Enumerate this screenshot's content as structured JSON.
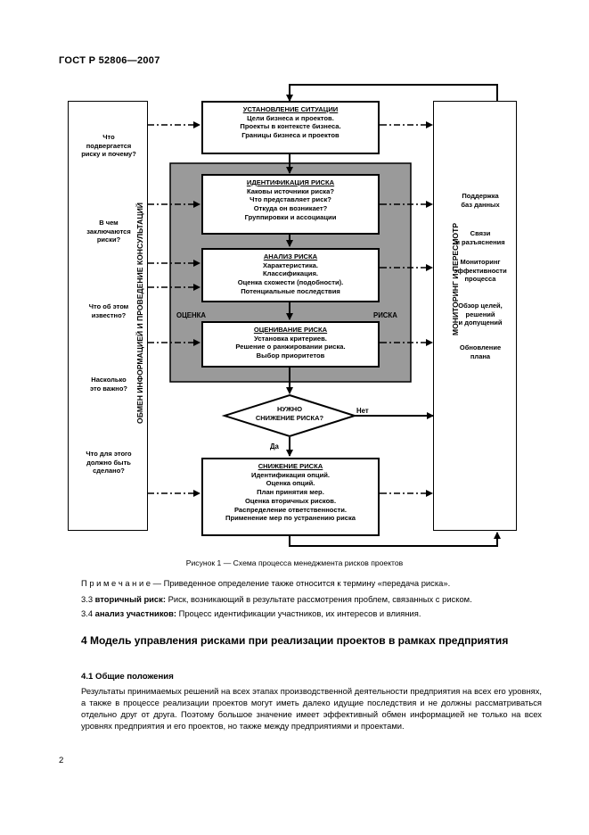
{
  "header": {
    "code": "ГОСТ Р 52806—2007"
  },
  "diagram": {
    "situation": {
      "title": "УСТАНОВЛЕНИЕ СИТУАЦИИ",
      "lines": [
        "Цели бизнеса и проектов.",
        "Проекты в контексте бизнеса.",
        "Границы бизнеса и проектов"
      ]
    },
    "identification": {
      "title": "ИДЕНТИФИКАЦИЯ РИСКА",
      "lines": [
        "Каковы источники риска?",
        "Что представляет риск?",
        "Откуда он возникает?",
        "Группировки и ассоциации"
      ]
    },
    "analysis": {
      "title": "АНАЛИЗ РИСКА",
      "lines": [
        "Характеристика.",
        "Классификация.",
        "Оценка схожести (подобности).",
        "Потенциальные последствия"
      ]
    },
    "evaluation": {
      "title": "ОЦЕНИВАНИЕ РИСКА",
      "lines": [
        "Установка критериев.",
        "Решение о ранжировании риска.",
        "Выбор приоритетов"
      ]
    },
    "assessment_left": "ОЦЕНКА",
    "assessment_right": "РИСКА",
    "decision": {
      "line1": "НУЖНО",
      "line2": "СНИЖЕНИЕ РИСКА?",
      "no": "Нет",
      "yes": "Да"
    },
    "reduction": {
      "title": "СНИЖЕНИЕ РИСКА",
      "lines": [
        "Идентификация опций.",
        "Оценка опций.",
        "План принятия мер.",
        "Оценка вторичных рисков.",
        "Распределение ответственности.",
        "Применение мер по устранению риска"
      ]
    },
    "left_label": "ОБМЕН ИНФОРМАЦИЕЙ И ПРОВЕДЕНИЕ КОНСУЛЬТАЦИЙ",
    "left_questions": [
      [
        "Что",
        "подвергается",
        "риску и почему?"
      ],
      [
        "В чем",
        "заключаются",
        "риски?"
      ],
      [
        "Что об этом",
        "известно?"
      ],
      [
        "Насколько",
        "это важно?"
      ],
      [
        "Что для этого",
        "должно быть",
        "сделано?"
      ]
    ],
    "right_label": "МОНИТОРИНГ И ПЕРЕСМОТР",
    "right_items": [
      [
        "Поддержка",
        "баз данных"
      ],
      [
        "Связи",
        "и разъяснения"
      ],
      [
        "Мониторинг",
        "эффективности",
        "процесса"
      ],
      [
        "Обзор целей,",
        "решений",
        "и допущений"
      ],
      [
        "Обновление",
        "плана"
      ]
    ]
  },
  "caption": "Рисунок 1 — Схема процесса менеджмента рисков проектов",
  "note": {
    "label": "П р и м е ч а н и е",
    "text": " — Приведенное определение также относится к термину «передача риска»."
  },
  "def33": {
    "num": "3.3 ",
    "term": "вторичный риск:",
    "text": " Риск, возникающий в результате рассмотрения проблем, связанных с риском."
  },
  "def34": {
    "num": "3.4 ",
    "term": "анализ участников:",
    "text": " Процесс идентификации участников, их интересов и влияния."
  },
  "section4": "4 Модель управления рисками при реализации проектов в рамках предприятия",
  "section41": "4.1 Общие положения",
  "paragraph": "Результаты принимаемых решений на всех этапах производственной деятельности предприятия на всех его уровнях, а также в процессе реализации проектов могут иметь далеко идущие последствия и не должны рассматриваться отдельно друг от друга. Поэтому большое значение имеет эффективный обмен информацией не только на всех уровнях предприятия и его проектов, но также между предприятиями и проектами.",
  "page_number": "2"
}
